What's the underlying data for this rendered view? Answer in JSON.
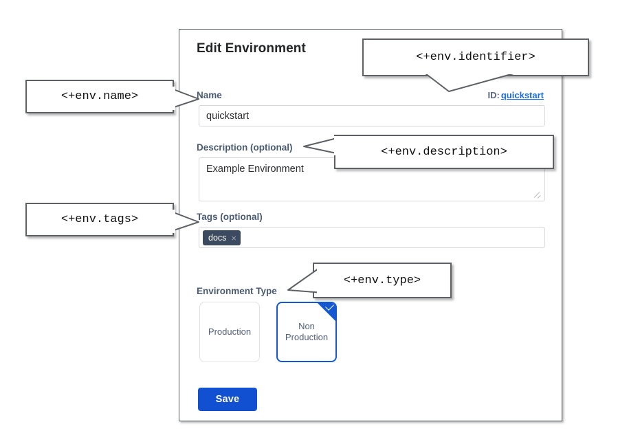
{
  "panel": {
    "title": "Edit Environment",
    "identifier": {
      "prefix": "ID:",
      "value": "quickstart"
    },
    "fields": {
      "name": {
        "label": "Name",
        "value": "quickstart",
        "placeholder": ""
      },
      "description": {
        "label": "Description (optional)",
        "value": "Example Environment",
        "placeholder": ""
      },
      "tags": {
        "label": "Tags (optional)",
        "chips": [
          {
            "text": "docs",
            "remove_icon": "×"
          }
        ],
        "placeholder": ""
      },
      "environment_type": {
        "label": "Environment Type",
        "options": [
          {
            "label": "Production",
            "selected": false
          },
          {
            "label": "Non\nProduction",
            "line1": "Non",
            "line2": "Production",
            "selected": true
          }
        ]
      }
    },
    "save_label": "Save"
  },
  "annotations": [
    {
      "id": "name",
      "text": "<+env.name>"
    },
    {
      "id": "identifier",
      "text": "<+env.identifier>"
    },
    {
      "id": "description",
      "text": "<+env.description>"
    },
    {
      "id": "tags",
      "text": "<+env.tags>"
    },
    {
      "id": "type",
      "text": "<+env.type>"
    }
  ],
  "colors": {
    "accent_blue": "#1250d2",
    "link_blue": "#1a6ae0",
    "label_slate": "#4a5a70",
    "chip_dark": "#3b4a5e",
    "panel_border": "#555a60",
    "callout_border": "#5d6166"
  }
}
